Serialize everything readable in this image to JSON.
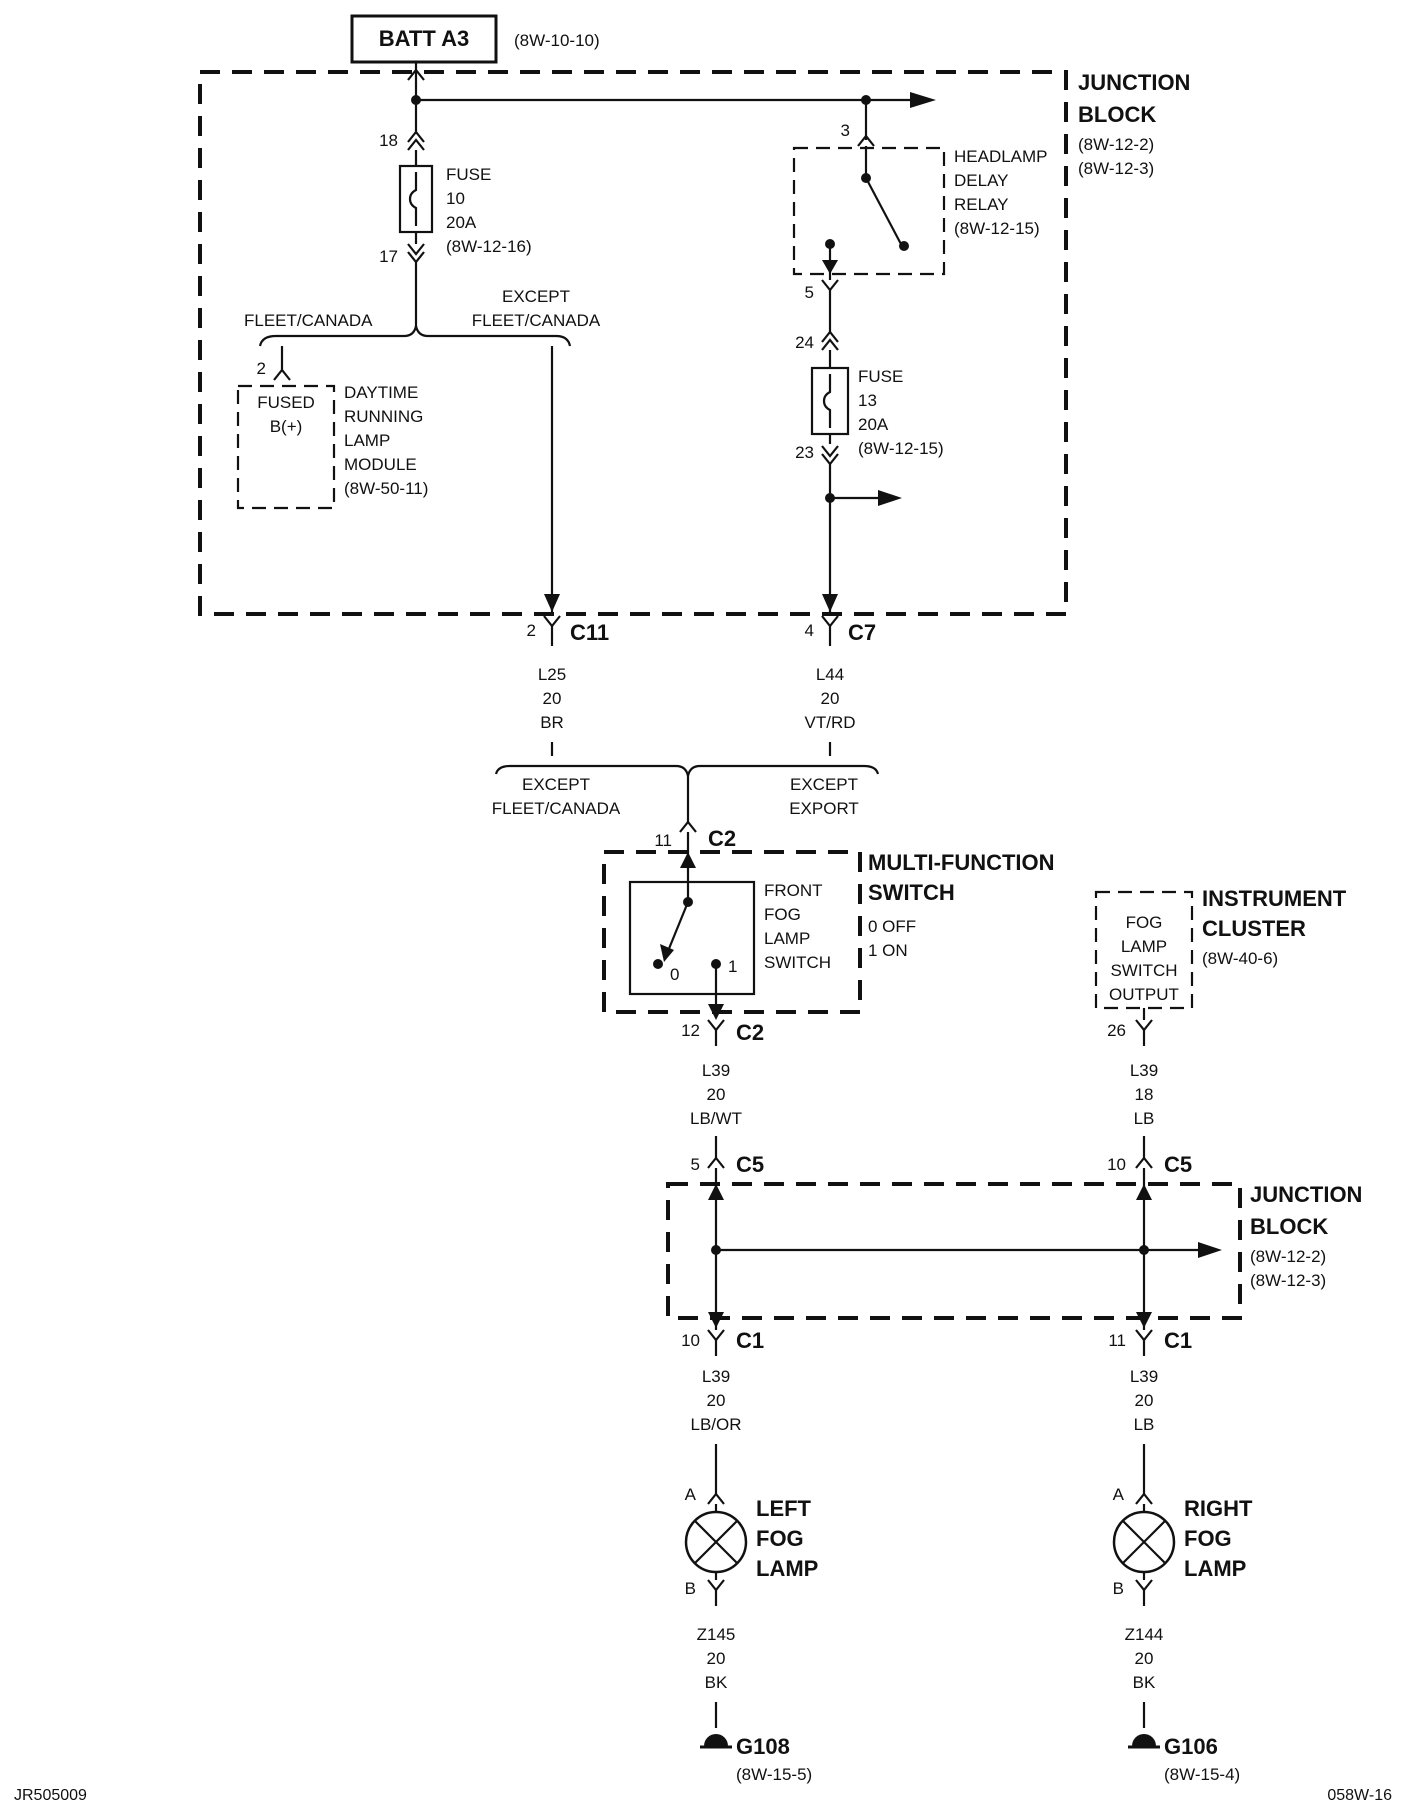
{
  "batt": {
    "label": "BATT A3",
    "ref": "(8W-10-10)"
  },
  "junction_block_top": {
    "title1": "JUNCTION",
    "title2": "BLOCK",
    "ref1": "(8W-12-2)",
    "ref2": "(8W-12-3)"
  },
  "fuse10": {
    "pin_in": "18",
    "pin_out": "17",
    "l1": "FUSE",
    "l2": "10",
    "l3": "20A",
    "ref": "(8W-12-16)"
  },
  "relay": {
    "pin_in": "3",
    "pin_out": "5",
    "l1": "HEADLAMP",
    "l2": "DELAY",
    "l3": "RELAY",
    "ref": "(8W-12-15)"
  },
  "fuse13": {
    "pin_in": "24",
    "pin_out": "23",
    "l1": "FUSE",
    "l2": "13",
    "l3": "20A",
    "ref": "(8W-12-15)"
  },
  "split_top": {
    "left": "FLEET/CANADA",
    "right1": "EXCEPT",
    "right2": "FLEET/CANADA"
  },
  "drl": {
    "pin": "2",
    "in1": "FUSED",
    "in2": "B(+)",
    "l1": "DAYTIME",
    "l2": "RUNNING",
    "l3": "LAMP",
    "l4": "MODULE",
    "ref": "(8W-50-11)"
  },
  "c11": {
    "pin": "2",
    "name": "C11",
    "w1": "L25",
    "w2": "20",
    "w3": "BR"
  },
  "c7": {
    "pin": "4",
    "name": "C7",
    "w1": "L44",
    "w2": "20",
    "w3": "VT/RD"
  },
  "split_mid": {
    "left1": "EXCEPT",
    "left2": "FLEET/CANADA",
    "right1": "EXCEPT",
    "right2": "EXPORT"
  },
  "mfs": {
    "pin_in": "11",
    "conn_in": "C2",
    "pin_out": "12",
    "conn_out": "C2",
    "title1": "MULTI-FUNCTION",
    "title2": "SWITCH",
    "s1": "0 OFF",
    "s2": "1 ON",
    "l1": "FRONT",
    "l2": "FOG",
    "l3": "LAMP",
    "l4": "SWITCH",
    "pos0": "0",
    "pos1": "1"
  },
  "cluster": {
    "title1": "INSTRUMENT",
    "title2": "CLUSTER",
    "ref": "(8W-40-6)",
    "l1": "FOG",
    "l2": "LAMP",
    "l3": "SWITCH",
    "l4": "OUTPUT",
    "pin": "26"
  },
  "wire_l39_a": {
    "w1": "L39",
    "w2": "20",
    "w3": "LB/WT"
  },
  "wire_l39_b": {
    "w1": "L39",
    "w2": "18",
    "w3": "LB"
  },
  "junction_block_bottom": {
    "title1": "JUNCTION",
    "title2": "BLOCK",
    "ref1": "(8W-12-2)",
    "ref2": "(8W-12-3)",
    "pin_l_in": "5",
    "conn_l_in": "C5",
    "pin_r_in": "10",
    "conn_r_in": "C5",
    "pin_l_out": "10",
    "conn_l_out": "C1",
    "pin_r_out": "11",
    "conn_r_out": "C1"
  },
  "wire_l39_c": {
    "w1": "L39",
    "w2": "20",
    "w3": "LB/OR"
  },
  "wire_l39_d": {
    "w1": "L39",
    "w2": "20",
    "w3": "LB"
  },
  "left_lamp": {
    "pin_a": "A",
    "pin_b": "B",
    "l1": "LEFT",
    "l2": "FOG",
    "l3": "LAMP",
    "g1": "Z145",
    "g2": "20",
    "g3": "BK",
    "ground": "G108",
    "ground_ref": "(8W-15-5)"
  },
  "right_lamp": {
    "pin_a": "A",
    "pin_b": "B",
    "l1": "RIGHT",
    "l2": "FOG",
    "l3": "LAMP",
    "g1": "Z144",
    "g2": "20",
    "g3": "BK",
    "ground": "G106",
    "ground_ref": "(8W-15-4)"
  },
  "footer": {
    "left": "JR505009",
    "right": "058W-16"
  }
}
